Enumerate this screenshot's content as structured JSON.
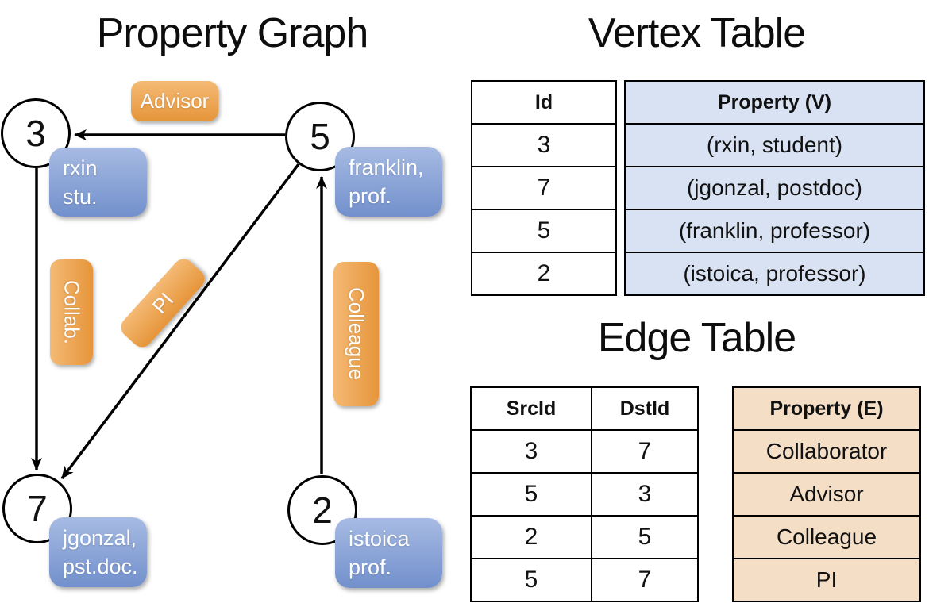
{
  "colors": {
    "orange_top": "#F4BA75",
    "orange_bottom": "#E6953A",
    "blue_top": "#A7BBE3",
    "blue_bottom": "#7290CC",
    "vertex_col_bg": "#D9E2F2",
    "edge_col_bg": "#F4DFC6",
    "line": "#000000"
  },
  "graph": {
    "title": "Property Graph",
    "nodes": [
      {
        "id": "3",
        "property_line1": "rxin",
        "property_line2": "stu."
      },
      {
        "id": "5",
        "property_line1": "franklin,",
        "property_line2": "prof."
      },
      {
        "id": "7",
        "property_line1": "jgonzal,",
        "property_line2": "pst.doc."
      },
      {
        "id": "2",
        "property_line1": "istoica",
        "property_line2": "prof."
      }
    ],
    "edge_labels": {
      "advisor": "Advisor",
      "collab": "Collab.",
      "pi": "PI",
      "colleague": "Colleague"
    },
    "edges": [
      {
        "src": "5",
        "dst": "3",
        "label": "Advisor"
      },
      {
        "src": "3",
        "dst": "7",
        "label": "Collab."
      },
      {
        "src": "5",
        "dst": "7",
        "label": "PI"
      },
      {
        "src": "2",
        "dst": "5",
        "label": "Colleague"
      }
    ]
  },
  "vertex_table": {
    "title": "Vertex Table",
    "headers": {
      "id": "Id",
      "property": "Property (V)"
    },
    "rows": [
      {
        "id": "3",
        "property": "(rxin, student)"
      },
      {
        "id": "7",
        "property": "(jgonzal, postdoc)"
      },
      {
        "id": "5",
        "property": "(franklin, professor)"
      },
      {
        "id": "2",
        "property": "(istoica, professor)"
      }
    ]
  },
  "edge_table": {
    "title": "Edge Table",
    "headers": {
      "src": "SrcId",
      "dst": "DstId",
      "property": "Property (E)"
    },
    "rows": [
      {
        "src": "3",
        "dst": "7",
        "property": "Collaborator"
      },
      {
        "src": "5",
        "dst": "3",
        "property": "Advisor"
      },
      {
        "src": "2",
        "dst": "5",
        "property": "Colleague"
      },
      {
        "src": "5",
        "dst": "7",
        "property": "PI"
      }
    ]
  }
}
